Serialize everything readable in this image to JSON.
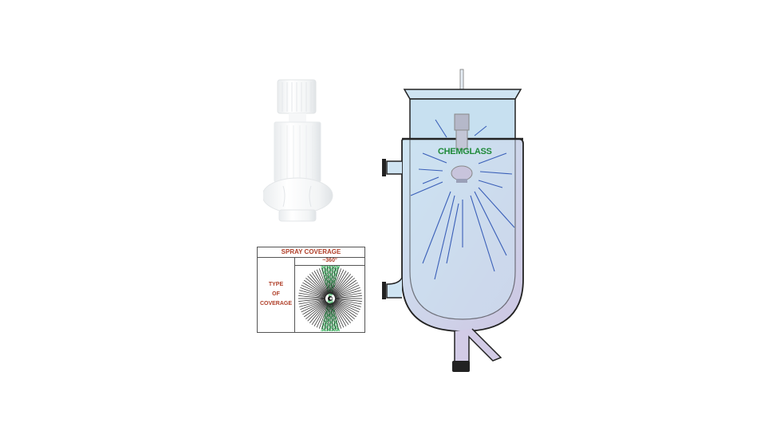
{
  "product_photo": {
    "description": "white PTFE spray nozzle"
  },
  "spray_coverage_table": {
    "title": "SPRAY COVERAGE",
    "angle": "~360°",
    "row_label_lines": [
      "TYPE",
      "OF",
      "COVERAGE"
    ],
    "colors": {
      "text": "#b0402a",
      "pattern_fill": "#2fb35a",
      "spray_lines": "#222222"
    }
  },
  "reactor_diagram": {
    "brand_label": "CHEMGLASS",
    "colors": {
      "glass_fill": "#c6dff0",
      "outline": "#1e1e1e",
      "spray_lines": "#3a5fb8",
      "brand": "#1f8a3a",
      "stopcock": "#222222"
    }
  }
}
